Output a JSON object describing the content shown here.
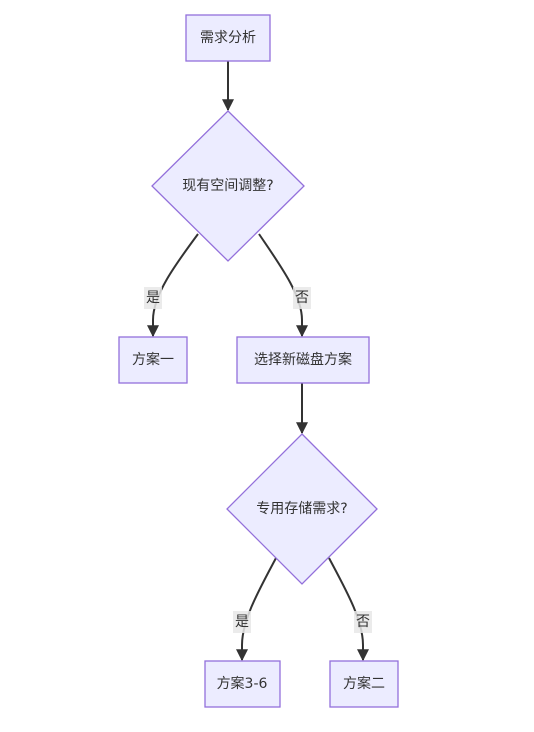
{
  "nodes": {
    "requirements": "需求分析",
    "adjust_space": "现有空间调整?",
    "plan_one": "方案一",
    "select_disk": "选择新磁盘方案",
    "dedicated_storage": "专用存储需求?",
    "plan_3_6": "方案3-6",
    "plan_two": "方案二"
  },
  "edges": {
    "adjust_yes": "是",
    "adjust_no": "否",
    "storage_yes": "是",
    "storage_no": "否"
  },
  "colors": {
    "node_fill": "#ECECFF",
    "node_stroke": "#9370DB",
    "edge": "#333333",
    "text": "#333333"
  }
}
